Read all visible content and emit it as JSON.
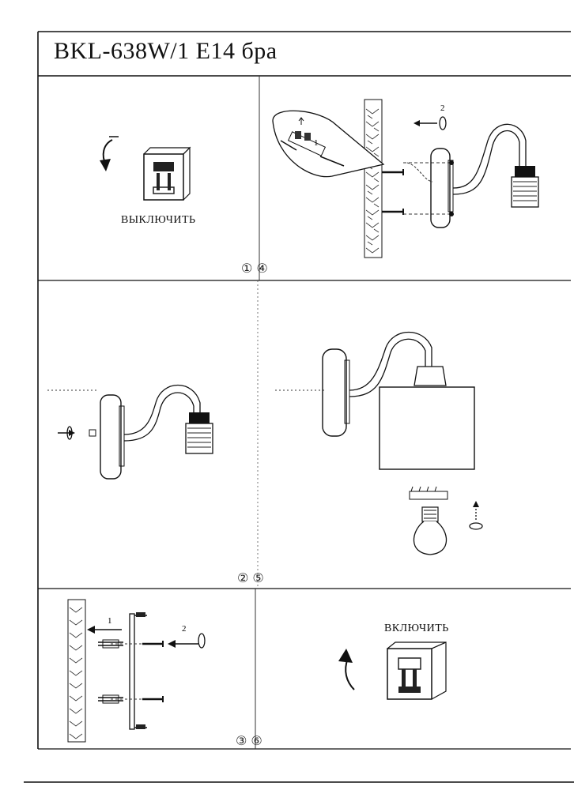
{
  "header": {
    "title": "BKL-638W/1 E14 бра"
  },
  "panels": {
    "switch_off": {
      "label": "ВЫКЛЮЧИТЬ"
    },
    "switch_on": {
      "label": "ВКЛЮЧИТЬ"
    }
  },
  "step_markers": {
    "row1": "① ④",
    "row2": "② ⑤",
    "row3": "③ ⑥"
  },
  "callouts": {
    "mount_wire_1": "1",
    "mount_rotate_2": "2",
    "anchor_arrow_1": "1",
    "screw_rotate_2": "2"
  }
}
